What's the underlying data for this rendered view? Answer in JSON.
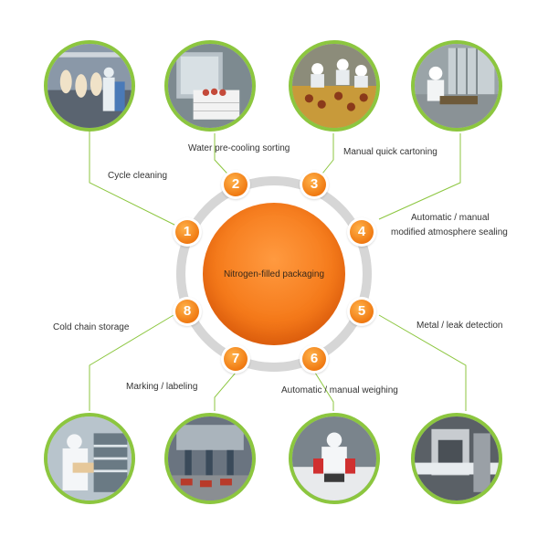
{
  "center": {
    "label": "Nitrogen-filled packaging"
  },
  "colors": {
    "accent_orange": "#f07a12",
    "line_green": "#8cc63f",
    "ring_gray": "#d6d6d6"
  },
  "steps": [
    {
      "number": "1",
      "label": "Cycle cleaning"
    },
    {
      "number": "2",
      "label": "Water pre-cooling sorting"
    },
    {
      "number": "3",
      "label": "Manual quick cartoning"
    },
    {
      "number": "4",
      "label_line1": "Automatic / manual",
      "label_line2": "modified atmosphere sealing"
    },
    {
      "number": "5",
      "label": "Metal / leak detection"
    },
    {
      "number": "6",
      "label": "Automatic / manual weighing"
    },
    {
      "number": "7",
      "label": "Marking / labeling"
    },
    {
      "number": "8",
      "label": "Cold chain storage"
    }
  ],
  "photos": [
    {
      "icon": "poultry-processing-line-photo"
    },
    {
      "icon": "cooling-crate-photo"
    },
    {
      "icon": "cartoning-workers-photo"
    },
    {
      "icon": "sealing-machine-photo"
    },
    {
      "icon": "cold-storage-worker-photo"
    },
    {
      "icon": "labeling-machine-photo"
    },
    {
      "icon": "weighing-worker-photo"
    },
    {
      "icon": "metal-detector-photo"
    }
  ]
}
